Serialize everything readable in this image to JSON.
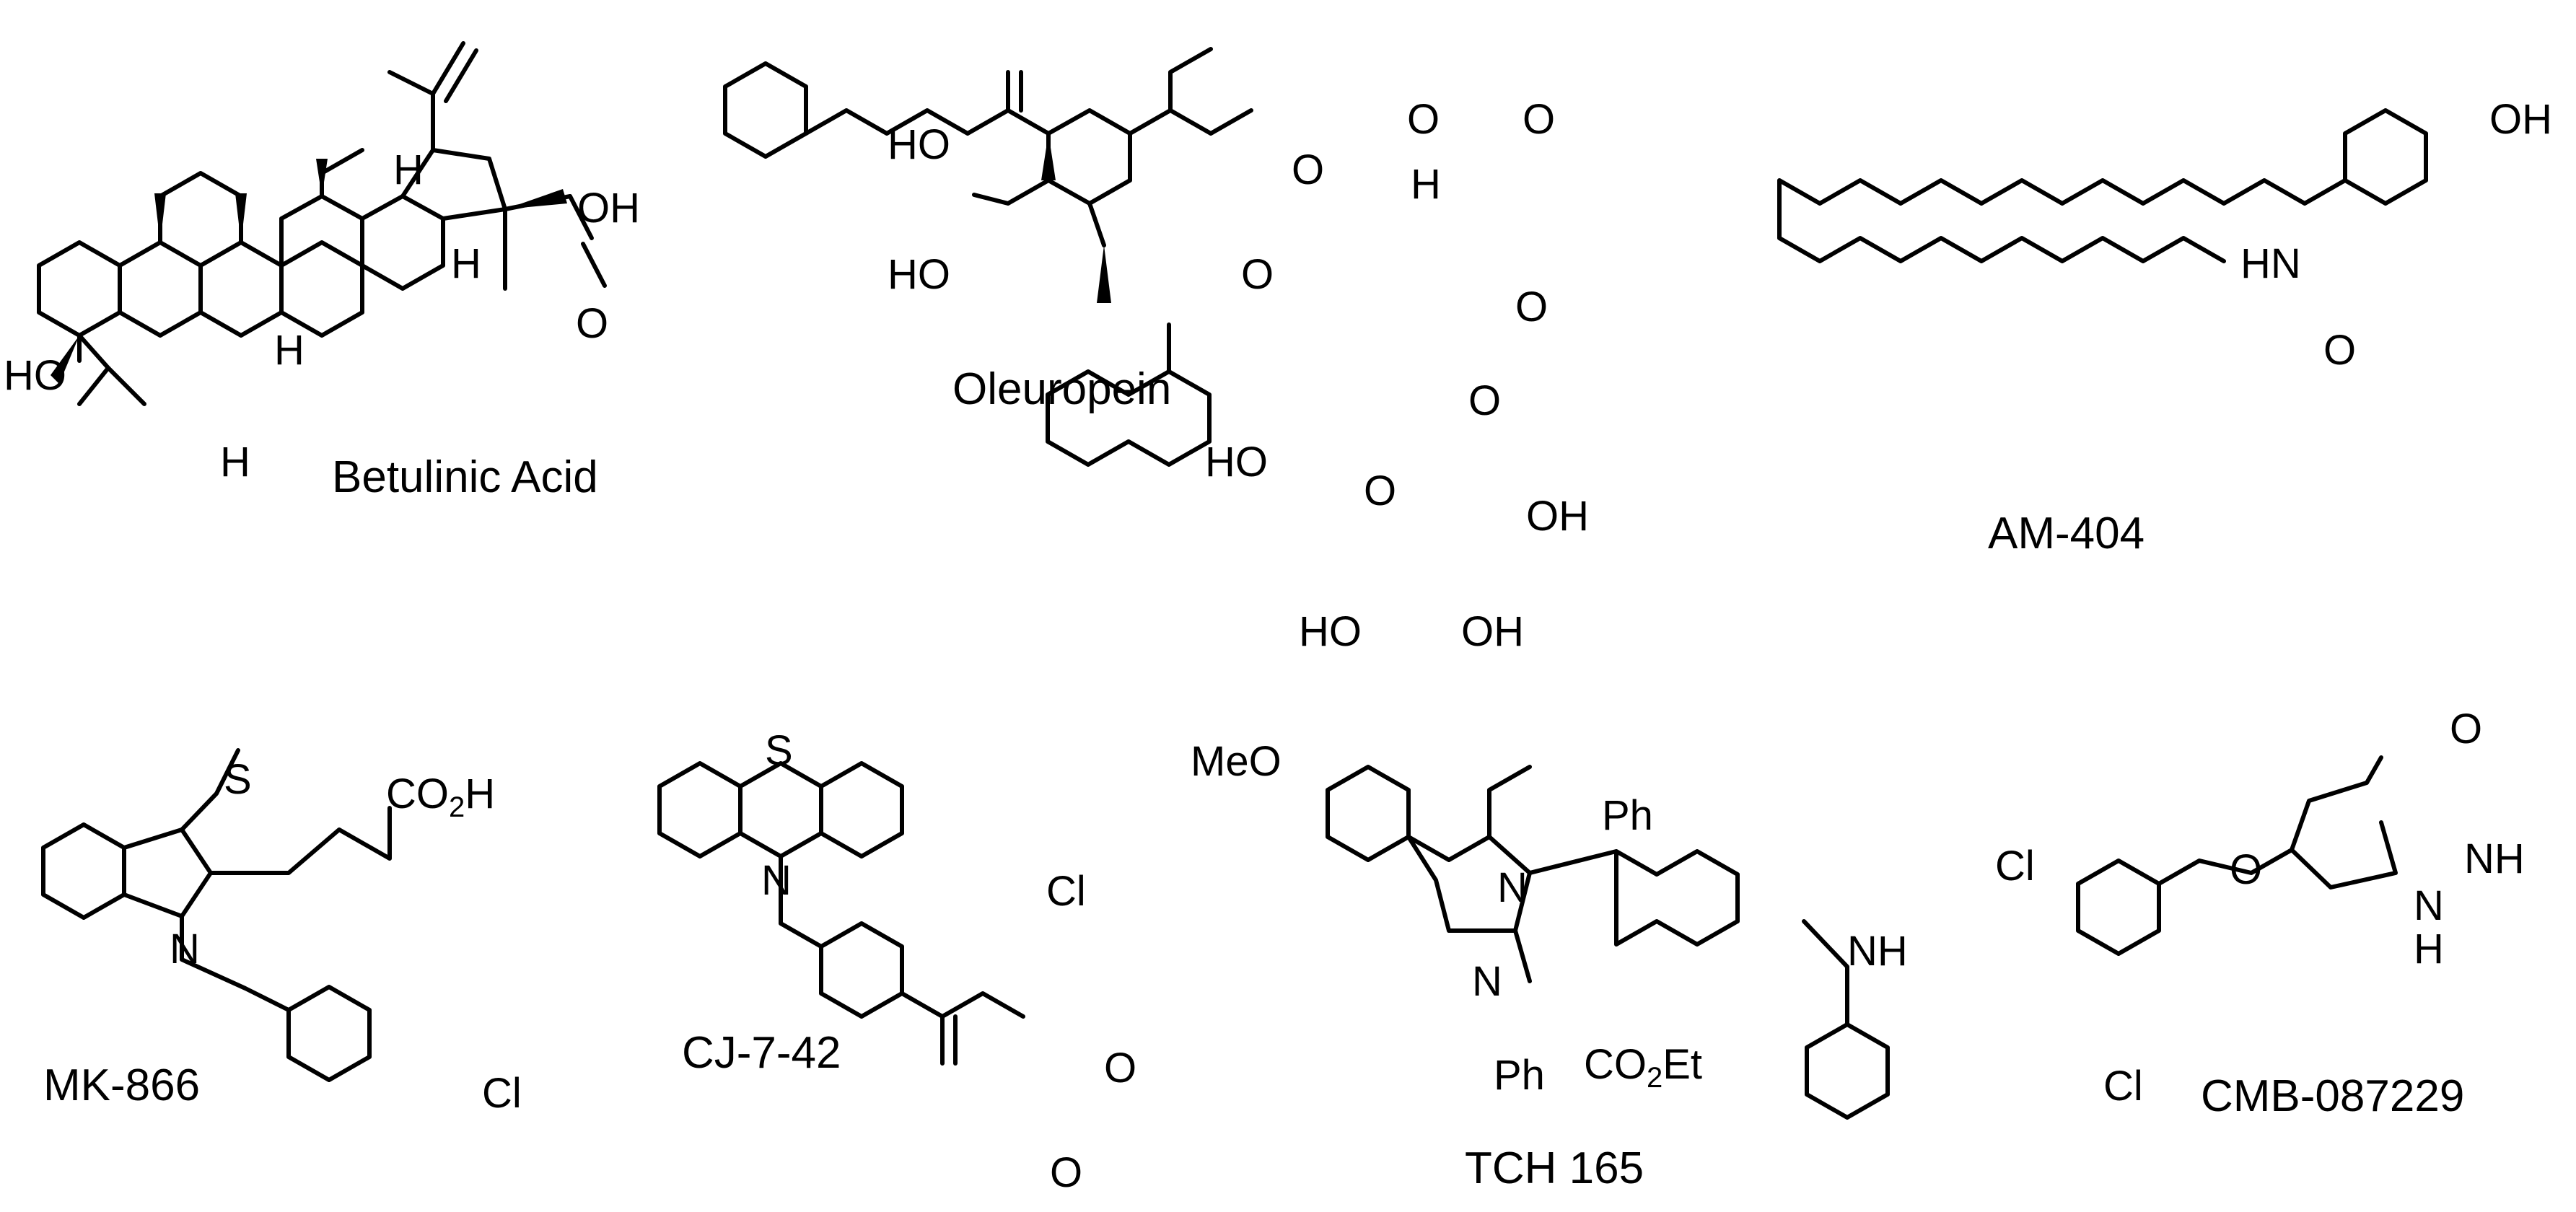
{
  "molecules": {
    "betulinic_acid": {
      "name": "Betulinic Acid",
      "labels": {
        "ho": "HO",
        "oh": "OH",
        "o": "O",
        "h_top": "H",
        "h_mid": "H",
        "h_ring": "H",
        "h_bottom": "H"
      }
    },
    "oleuropein": {
      "name": "Oleuropein",
      "labels": {
        "ho1": "HO",
        "ho2": "HO",
        "o_ester1": "O",
        "o_carbonyl1": "O",
        "o_carbonyl2": "O",
        "o_methoxy": "O",
        "h": "H",
        "o_ring": "O",
        "o_glyco": "O",
        "ho_sugar": "HO",
        "o_sugar_ring": "O",
        "oh_right": "OH",
        "ho_bottom": "HO",
        "oh_bottom": "OH"
      }
    },
    "am_404": {
      "name": "AM-404",
      "labels": {
        "oh": "OH",
        "hn": "HN",
        "o": "O"
      }
    },
    "mk_866": {
      "name": "MK-866",
      "labels": {
        "s": "S",
        "co2h_main": "CO",
        "co2h_sub": "2",
        "co2h_end": "H",
        "n": "N",
        "cl": "Cl"
      }
    },
    "cj_7_42": {
      "name": "CJ-7-42",
      "labels": {
        "s": "S",
        "n": "N",
        "cl": "Cl",
        "o_ester": "O",
        "o_carbonyl": "O"
      }
    },
    "tch_165": {
      "name": "TCH 165",
      "labels": {
        "meo": "MeO",
        "ph_top": "Ph",
        "n_ring1": "N",
        "n_ring2": "N",
        "nh": "NH",
        "ph_bottom": "Ph",
        "co2et_main": "CO",
        "co2et_sub": "2",
        "co2et_end": "Et"
      }
    },
    "cmb_087229": {
      "name": "CMB-087229",
      "labels": {
        "cl_top": "Cl",
        "cl_bottom": "Cl",
        "o_ether": "O",
        "o_carbonyl": "O",
        "nh_top": "NH",
        "nh_bottom_n": "N",
        "nh_bottom_h": "H"
      }
    }
  }
}
